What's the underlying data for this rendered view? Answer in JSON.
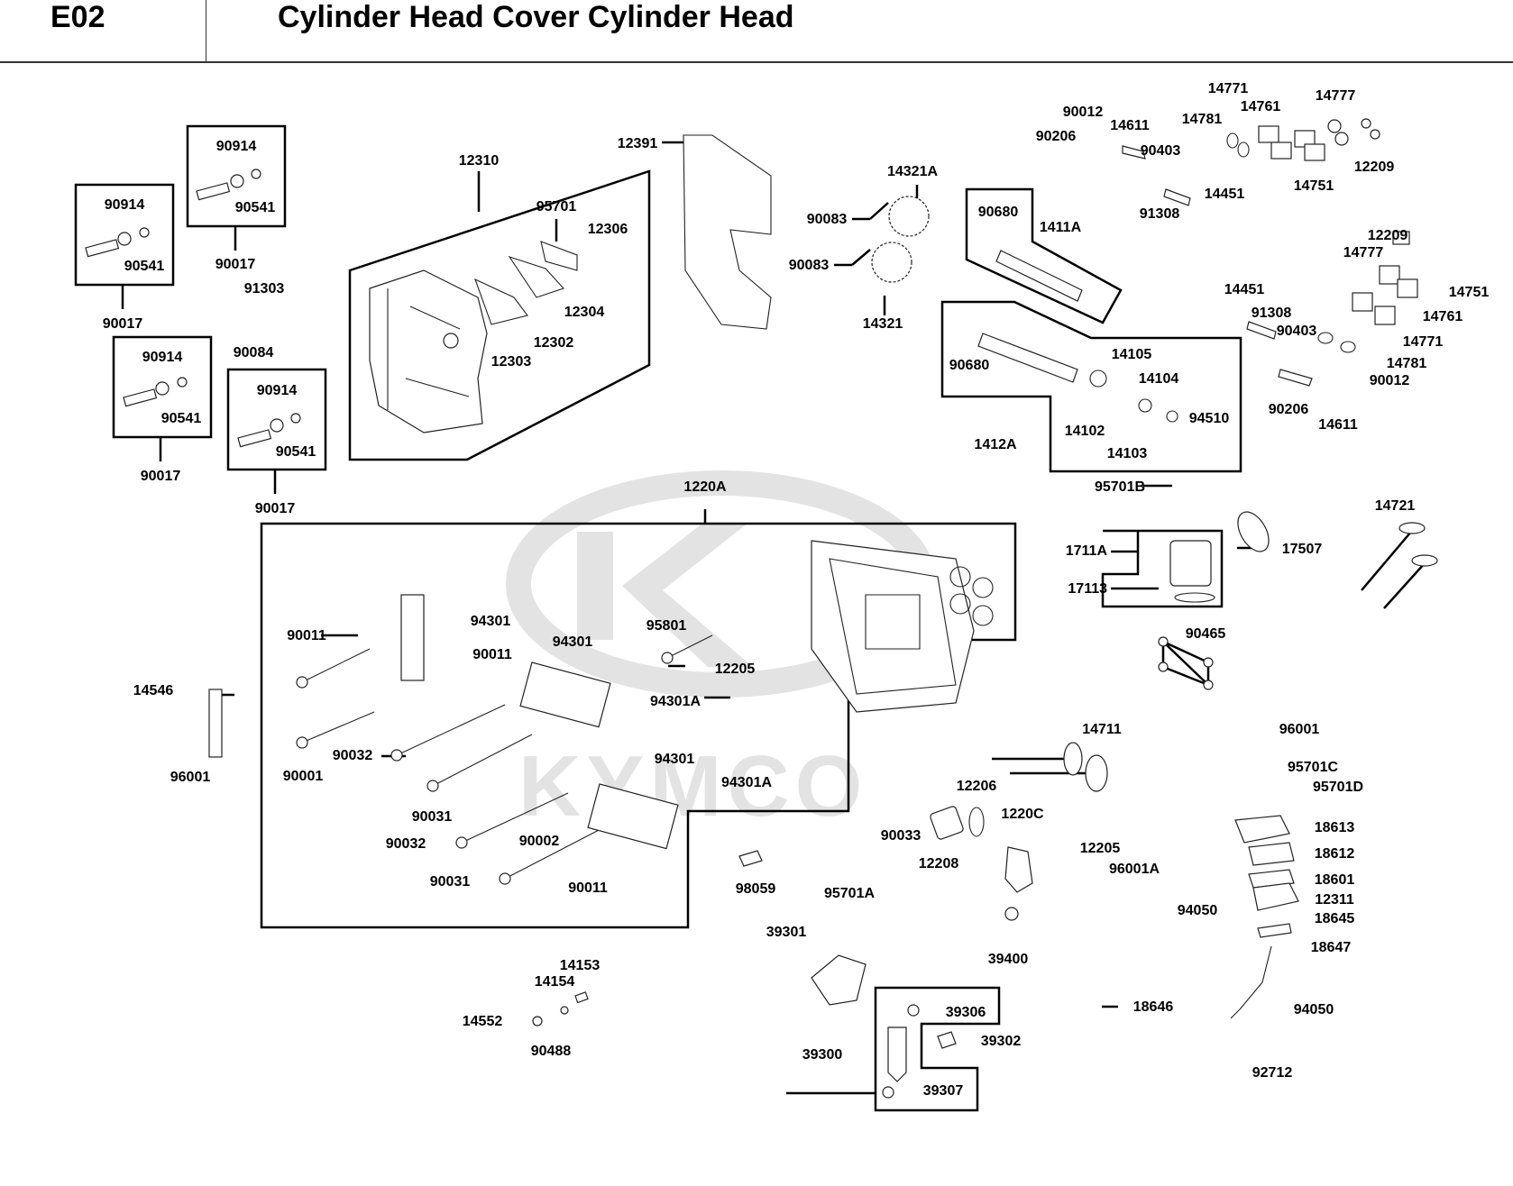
{
  "header": {
    "section_code": "E02",
    "title": "Cylinder Head Cover  Cylinder Head"
  },
  "watermark": {
    "brand": "KYMCO",
    "color": "#e3e3e3"
  },
  "callouts": [
    {
      "id": "c01",
      "label": "90914"
    },
    {
      "id": "c02",
      "label": "90541"
    },
    {
      "id": "c03",
      "label": "90017"
    },
    {
      "id": "c04",
      "label": "90914"
    },
    {
      "id": "c05",
      "label": "90541"
    },
    {
      "id": "c06",
      "label": "90017"
    },
    {
      "id": "c07",
      "label": "91303"
    },
    {
      "id": "c08",
      "label": "90084"
    },
    {
      "id": "c09",
      "label": "90914"
    },
    {
      "id": "c10",
      "label": "90541"
    },
    {
      "id": "c11",
      "label": "90017"
    },
    {
      "id": "c12",
      "label": "90914"
    },
    {
      "id": "c13",
      "label": "90541"
    },
    {
      "id": "c14",
      "label": "90017"
    },
    {
      "id": "c15",
      "label": "12310"
    },
    {
      "id": "c16",
      "label": "95701"
    },
    {
      "id": "c17",
      "label": "12306"
    },
    {
      "id": "c18",
      "label": "12304"
    },
    {
      "id": "c19",
      "label": "12302"
    },
    {
      "id": "c20",
      "label": "12303"
    },
    {
      "id": "c21",
      "label": "12391"
    },
    {
      "id": "c22",
      "label": "14321A"
    },
    {
      "id": "c23",
      "label": "90083"
    },
    {
      "id": "c24",
      "label": "90083"
    },
    {
      "id": "c25",
      "label": "14321"
    },
    {
      "id": "c26",
      "label": "90012"
    },
    {
      "id": "c27",
      "label": "90206"
    },
    {
      "id": "c28",
      "label": "14611"
    },
    {
      "id": "c29",
      "label": "90403"
    },
    {
      "id": "c30",
      "label": "91308"
    },
    {
      "id": "c31",
      "label": "14451"
    },
    {
      "id": "c32",
      "label": "14781"
    },
    {
      "id": "c33",
      "label": "14771"
    },
    {
      "id": "c34",
      "label": "14761"
    },
    {
      "id": "c35",
      "label": "14751"
    },
    {
      "id": "c36",
      "label": "14777"
    },
    {
      "id": "c37",
      "label": "12209"
    },
    {
      "id": "c38",
      "label": "90680"
    },
    {
      "id": "c39",
      "label": "1411A"
    },
    {
      "id": "c40",
      "label": "90680"
    },
    {
      "id": "c41",
      "label": "1412A"
    },
    {
      "id": "c42",
      "label": "14105"
    },
    {
      "id": "c43",
      "label": "14104"
    },
    {
      "id": "c44",
      "label": "94510"
    },
    {
      "id": "c45",
      "label": "14102"
    },
    {
      "id": "c46",
      "label": "14103"
    },
    {
      "id": "c47",
      "label": "12209"
    },
    {
      "id": "c48",
      "label": "14777"
    },
    {
      "id": "c49",
      "label": "14751"
    },
    {
      "id": "c50",
      "label": "14451"
    },
    {
      "id": "c51",
      "label": "91308"
    },
    {
      "id": "c52",
      "label": "90403"
    },
    {
      "id": "c53",
      "label": "14761"
    },
    {
      "id": "c54",
      "label": "14771"
    },
    {
      "id": "c55",
      "label": "14781"
    },
    {
      "id": "c56",
      "label": "90012"
    },
    {
      "id": "c57",
      "label": "90206"
    },
    {
      "id": "c58",
      "label": "14611"
    },
    {
      "id": "c59",
      "label": "95701B"
    },
    {
      "id": "c60",
      "label": "1711A"
    },
    {
      "id": "c61",
      "label": "17113"
    },
    {
      "id": "c62",
      "label": "17507"
    },
    {
      "id": "c63",
      "label": "14721"
    },
    {
      "id": "c64",
      "label": "90465"
    },
    {
      "id": "c65",
      "label": "1220A"
    },
    {
      "id": "c66",
      "label": "90011"
    },
    {
      "id": "c67",
      "label": "94301"
    },
    {
      "id": "c68",
      "label": "94301"
    },
    {
      "id": "c69",
      "label": "90011"
    },
    {
      "id": "c70",
      "label": "95801"
    },
    {
      "id": "c71",
      "label": "12205"
    },
    {
      "id": "c72",
      "label": "94301A"
    },
    {
      "id": "c73",
      "label": "14546"
    },
    {
      "id": "c74",
      "label": "96001"
    },
    {
      "id": "c75",
      "label": "90001"
    },
    {
      "id": "c76",
      "label": "90032"
    },
    {
      "id": "c77",
      "label": "94301"
    },
    {
      "id": "c78",
      "label": "94301A"
    },
    {
      "id": "c79",
      "label": "90031"
    },
    {
      "id": "c80",
      "label": "90032"
    },
    {
      "id": "c81",
      "label": "90002"
    },
    {
      "id": "c82",
      "label": "90031"
    },
    {
      "id": "c83",
      "label": "90011"
    },
    {
      "id": "c84",
      "label": "14711"
    },
    {
      "id": "c85",
      "label": "96001"
    },
    {
      "id": "c86",
      "label": "95701C"
    },
    {
      "id": "c87",
      "label": "95701D"
    },
    {
      "id": "c88",
      "label": "18613"
    },
    {
      "id": "c89",
      "label": "18612"
    },
    {
      "id": "c90",
      "label": "18601"
    },
    {
      "id": "c91",
      "label": "12311"
    },
    {
      "id": "c92",
      "label": "18645"
    },
    {
      "id": "c93",
      "label": "18647"
    },
    {
      "id": "c94",
      "label": "94050"
    },
    {
      "id": "c95",
      "label": "18646"
    },
    {
      "id": "c96",
      "label": "94050"
    },
    {
      "id": "c97",
      "label": "92712"
    },
    {
      "id": "c98",
      "label": "12206"
    },
    {
      "id": "c99",
      "label": "90033"
    },
    {
      "id": "c100",
      "label": "12208"
    },
    {
      "id": "c101",
      "label": "1220C"
    },
    {
      "id": "c102",
      "label": "39400"
    },
    {
      "id": "c103",
      "label": "12205"
    },
    {
      "id": "c104",
      "label": "96001A"
    },
    {
      "id": "c105",
      "label": "98059"
    },
    {
      "id": "c106",
      "label": "95701A"
    },
    {
      "id": "c107",
      "label": "39301"
    },
    {
      "id": "c108",
      "label": "39306"
    },
    {
      "id": "c109",
      "label": "39302"
    },
    {
      "id": "c110",
      "label": "39300"
    },
    {
      "id": "c111",
      "label": "39307"
    },
    {
      "id": "c112",
      "label": "14153"
    },
    {
      "id": "c113",
      "label": "14154"
    },
    {
      "id": "c114",
      "label": "14552"
    },
    {
      "id": "c115",
      "label": "90488"
    }
  ]
}
